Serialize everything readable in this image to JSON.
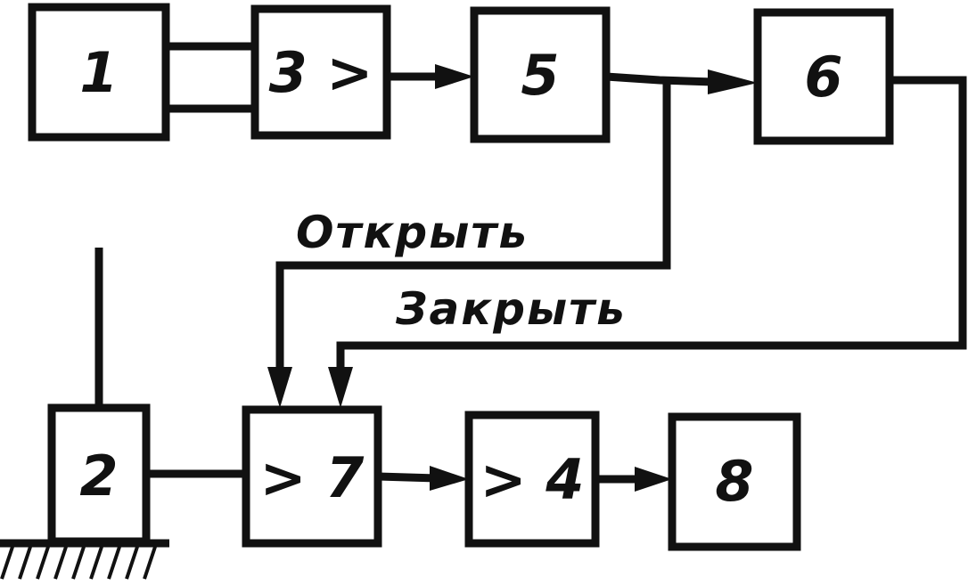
{
  "blocks": {
    "b1": "1",
    "b2": "2",
    "b3": "3 >",
    "b5": "5",
    "b6": "6",
    "b7": "> 7",
    "b4": "> 4",
    "b8": "8"
  },
  "signals": {
    "open": "Открыть",
    "close": "Закрыть"
  }
}
